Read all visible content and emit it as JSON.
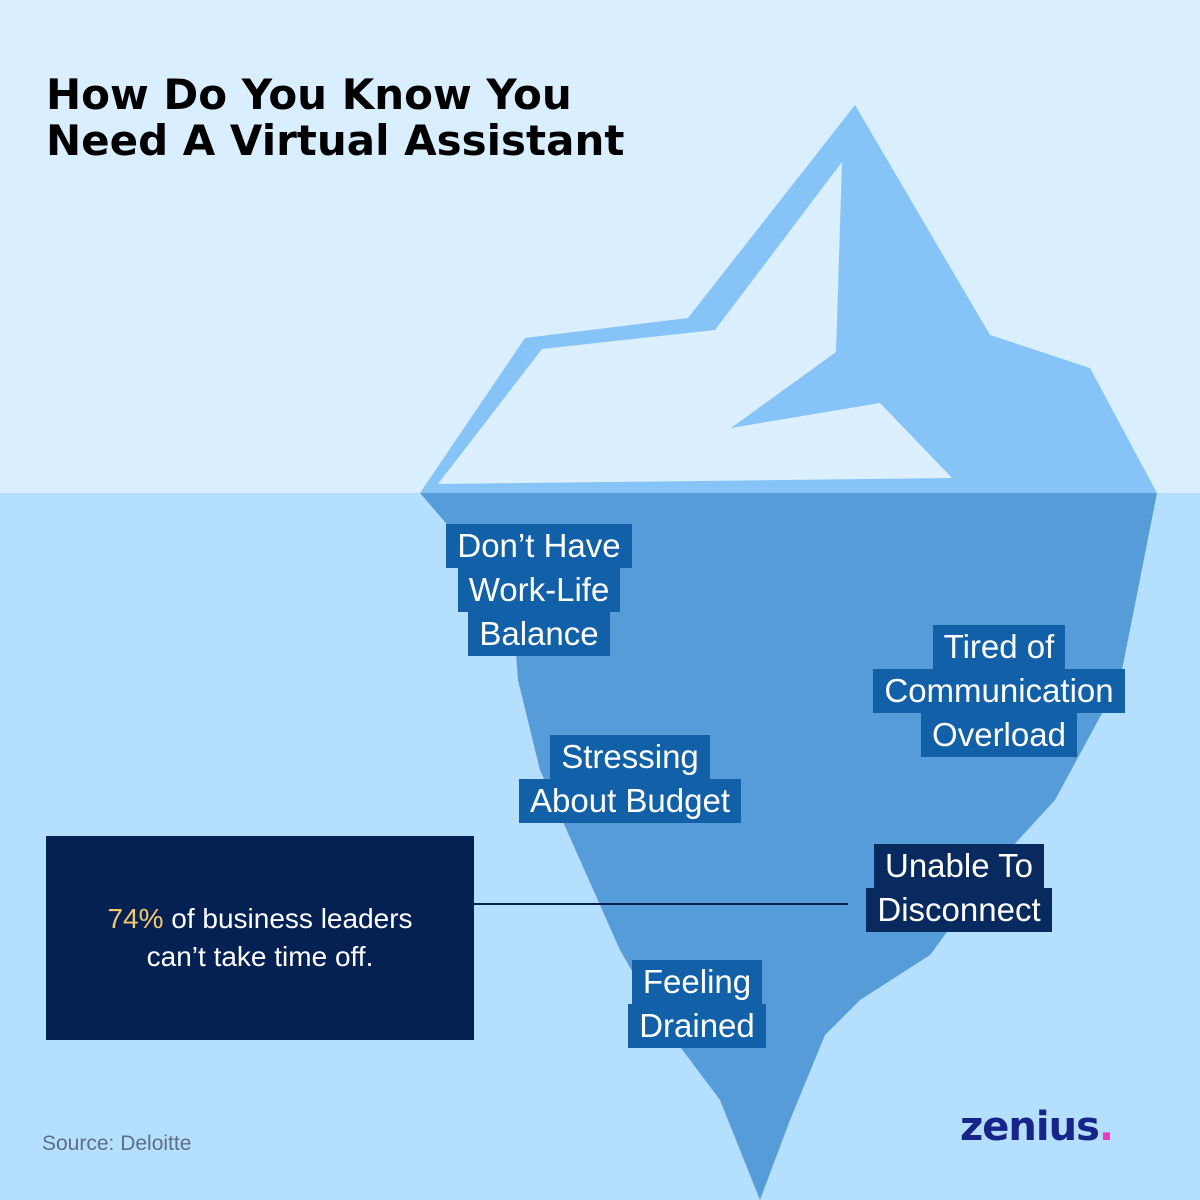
{
  "title": {
    "line1": "How Do You Know You",
    "line2": "Need A Virtual Assistant"
  },
  "labels": {
    "work_life": [
      "Don’t Have",
      "Work-Life",
      "Balance"
    ],
    "communication": [
      "Tired of",
      "Communication",
      "Overload"
    ],
    "budget": [
      "Stressing",
      "About Budget"
    ],
    "disconnect": [
      "Unable To",
      "Disconnect"
    ],
    "drained": [
      "Feeling",
      "Drained"
    ]
  },
  "callout": {
    "stat": "74%",
    "text_line1": " of business leaders",
    "text_line2": "can’t take time off."
  },
  "source": "Source: Deloitte",
  "logo": {
    "name": "zenius",
    "dot": "."
  },
  "colors": {
    "sky": "#d9efff",
    "water": "#b5dffe",
    "iceberg_top": "#86c4f7",
    "iceberg_snow": "#dceffe",
    "iceberg_under": "#559cd8",
    "label_box": "#1160a8",
    "label_box_dark": "#082a5e",
    "callout_box": "#052154",
    "stat_highlight": "#f2c86b",
    "logo": "#17248a",
    "logo_dot": "#e93cbc"
  }
}
